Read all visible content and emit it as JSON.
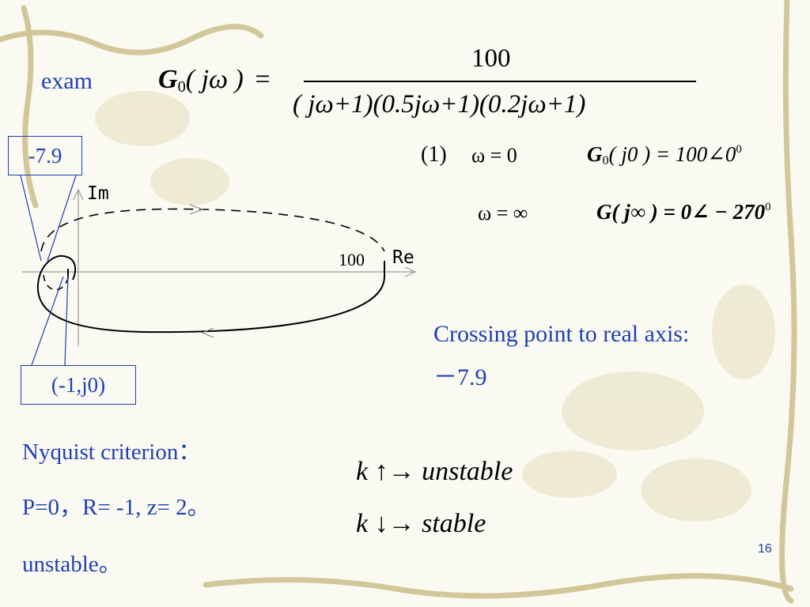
{
  "slide": {
    "exam_label": "exam",
    "page_number": "16"
  },
  "formula": {
    "lhs_G": "G",
    "lhs_sub": "0",
    "lhs_arg": "( jω )",
    "equals": "=",
    "numerator": "100",
    "denominator": "( jω+1)(0.5jω+1)(0.2jω+1)"
  },
  "conditions": {
    "item_marker": "(1)",
    "row1_omega": "ω = 0",
    "row1_G": "G",
    "row1_G_sub": "0",
    "row1_G_rest": "( j0 ) = 100∠0",
    "row1_sup": "0",
    "row2_omega": "ω = ∞",
    "row2_G": "G( j∞ ) = 0∠ − 270",
    "row2_sup": "0"
  },
  "diagram": {
    "callout_top": "-7.9",
    "callout_bottom": "(-1,j0)",
    "axis_im": "Im",
    "axis_re": "Re",
    "tick_100": "100"
  },
  "crossing": {
    "line1": "Crossing point to real axis:",
    "line2": "－7.9"
  },
  "criterion": {
    "line1": "Nyquist criterion：",
    "line2": "P=0，R= -1, z= 2。",
    "line3": "unstable。"
  },
  "stability": {
    "row1_k": "k",
    "row1_arrows": "↑→",
    "row1_word": "unstable",
    "row2_k": "k",
    "row2_arrows": "↓→",
    "row2_word": "stable"
  },
  "colors": {
    "accent_blue": "#1f3fb0",
    "background": "#fbfaf2",
    "vine": "#c9bd8a"
  }
}
